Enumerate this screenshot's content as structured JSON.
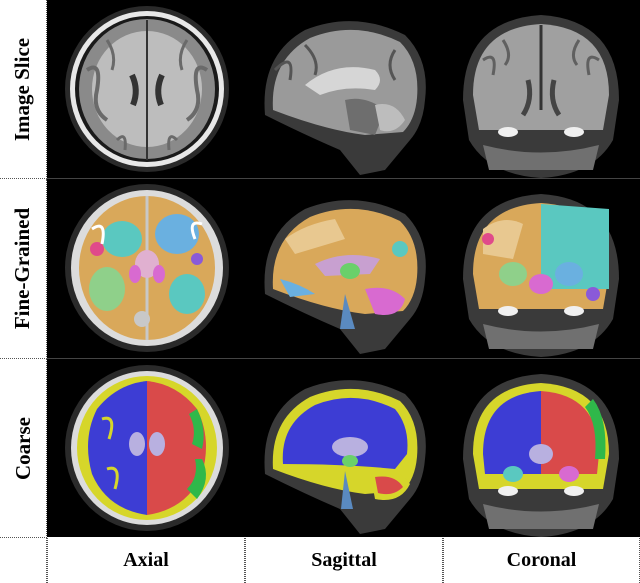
{
  "rows": [
    {
      "label": "Image Slice"
    },
    {
      "label": "Fine-Grained"
    },
    {
      "label": "Coarse"
    }
  ],
  "columns": [
    {
      "label": "Axial"
    },
    {
      "label": "Sagittal"
    },
    {
      "label": "Coronal"
    }
  ],
  "colors": {
    "background": "#000000",
    "coarse_cortex": "#d6d62a",
    "coarse_left_wm": "#3d3dd4",
    "coarse_right_wm": "#d94a4a",
    "coarse_green": "#2fb84a",
    "fine_orange": "#d9a85a",
    "fine_teal": "#5ac8c0",
    "fine_pink": "#d86ad0",
    "fine_gray": "#c8c8c8"
  }
}
